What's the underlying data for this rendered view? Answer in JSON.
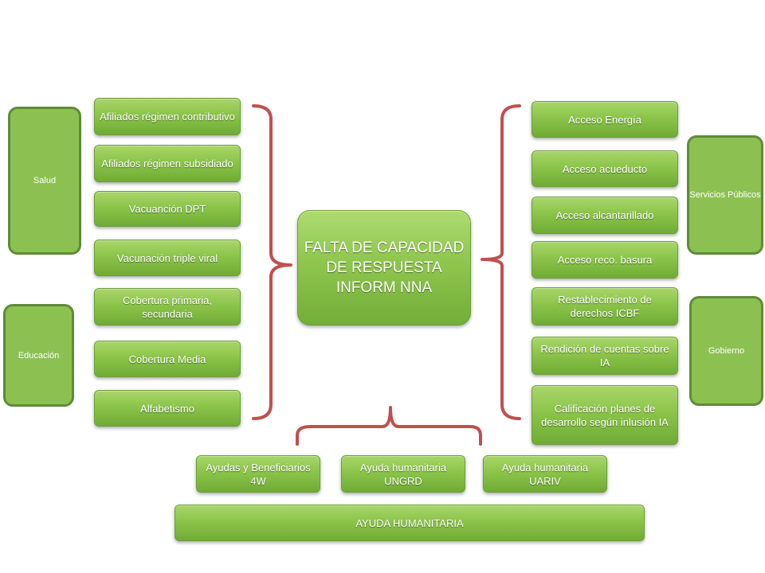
{
  "center": {
    "label": "FALTA DE CAPACIDAD DE RESPUESTA INFORM NNA"
  },
  "categories": {
    "salud": "Salud",
    "educacion": "Educación",
    "servicios": "Servicios Públicos",
    "gobierno": "Gobierno"
  },
  "left_items": [
    "Afiliados régimen contributivo",
    "Afiliados régimen subsidiado",
    "Vacuanción DPT",
    "Vacunación triple viral",
    "Cobertura primaria, secundaria",
    "Cobertura Media",
    "Alfabetismo"
  ],
  "right_items": [
    "Acceso Energía",
    "Acceso acueducto",
    "Acceso alcantarillado",
    "Acceso reco. basura",
    "Restablecimiento de derechos ICBF",
    "Rendición de cuentas sobre  IA",
    "Calificación planes de desarrollo según inlusión IA"
  ],
  "bottom_items": [
    "Ayudas y Beneficiarios 4W",
    "Ayuda humanitaria UNGRD",
    "Ayuda humanitaria UARIV"
  ],
  "footer": {
    "label": "AYUDA HUMANITARIA"
  },
  "colors": {
    "box": "#8cc152",
    "bracket": "#c0504d"
  }
}
